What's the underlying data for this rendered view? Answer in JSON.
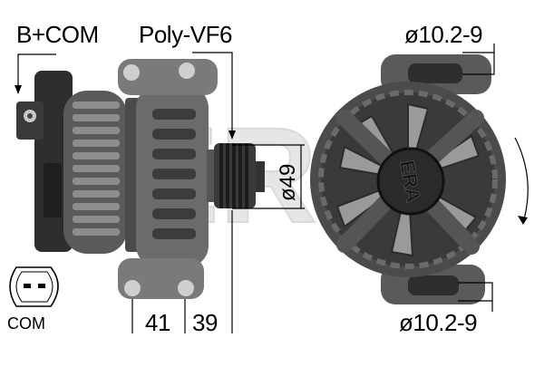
{
  "labels": {
    "terminal_top": "B+COM",
    "pulley": "Poly-VF6",
    "diameter_top": "ø10.2-9",
    "diameter_bottom": "ø10.2-9",
    "pulley_diameter": "ø49",
    "dim_left": "41",
    "dim_right": "39",
    "connector": "COM",
    "watermark": "ERA",
    "rotor_logo": "ERA"
  },
  "colors": {
    "body_dark": "#3c3c3c",
    "body_mid": "#6e6e6e",
    "body_light": "#a8a8a8",
    "line": "#000000",
    "watermark": "#e4e4e4"
  },
  "icons": {
    "rotation": "rotation-arrow-icon",
    "connector": "connector-plug-icon"
  }
}
